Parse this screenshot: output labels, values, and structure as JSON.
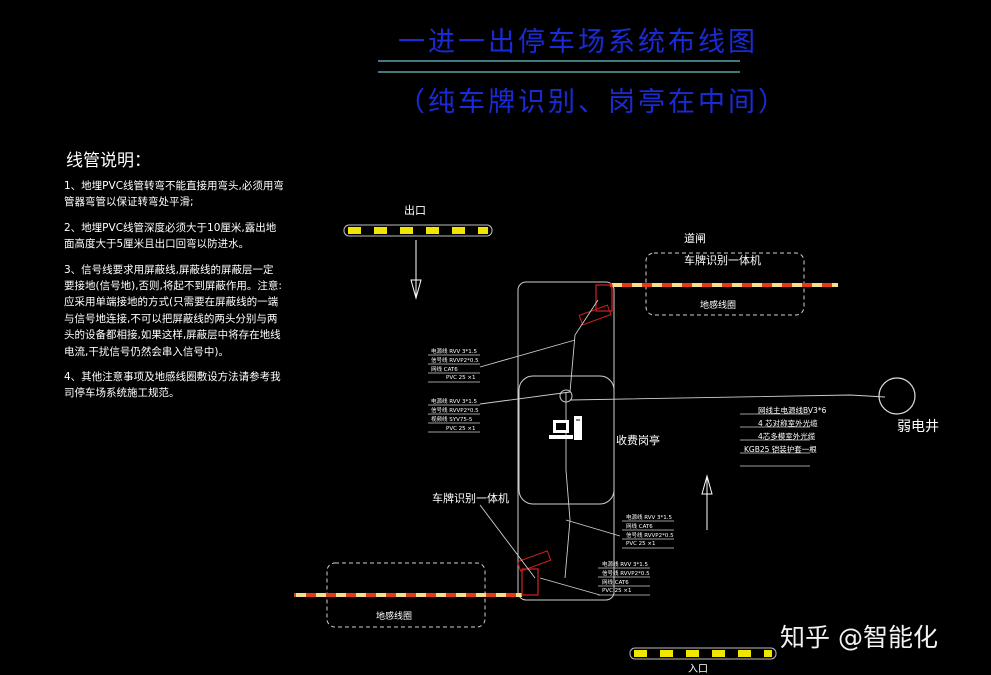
{
  "title_main": "一进一出停车场系统布线图",
  "title_sub": "（纯车牌识别、岗亭在中间）",
  "notes": {
    "heading": "线管说明：",
    "items": [
      "1、地埋PVC线管转弯不能直接用弯头,必须用弯管器弯管以保证转弯处平滑;",
      "2、地埋PVC线管深度必须大于10厘米,露出地面高度大于5厘米且出口回弯以防进水。",
      "3、信号线要求用屏蔽线,屏蔽线的屏蔽层一定要接地(信号地),否则,将起不到屏蔽作用。注意:应采用单端接地的方式(只需要在屏蔽线的一端与信号地连接,不可以把屏蔽线的两头分别与两头的设备都相接,如果这样,屏蔽层中将存在地线电流,干扰信号仍然会串入信号中)。",
      "4、其他注意事项及地感线圈敷设方法请参考我司停车场系统施工规范。"
    ]
  },
  "labels": {
    "exit": "出口",
    "entrance": "入口",
    "barrier_gate": "道闸",
    "lpr_top": "车牌识别一体机",
    "lpr_bottom": "车牌识别一体机",
    "loop_top": "地感线圈",
    "loop_bottom": "地感线圈",
    "booth": "收费岗亭",
    "well": "弱电井"
  },
  "cables_right": [
    "网线主电源线BV3*6",
    "4 芯对称室外光缆",
    "4芯多模室外光缆",
    "KGB25 铠装护套一根"
  ],
  "cables_top": [
    "电源线 RVV 3*1.5",
    "信号线 RVVP2*0.5",
    "网线 CAT6",
    "PVC 25 ×1"
  ],
  "cables_mid": [
    "电源线 RVV 3*1.5",
    "信号线 RVVP2*0.5",
    "视频线 SYV75-5",
    "PVC 25 ×1"
  ],
  "cables_right_mid": [
    "电源线 RVV 3*1.5",
    "网线 CAT6",
    "信号线 RVVP2*0.5",
    "PVC 25 ×1"
  ],
  "cables_bottom": [
    "电源线 RVV 3*1.5",
    "信号线 RVVP2*0.5",
    "网线 CAT6",
    "PVC 25 ×1"
  ],
  "watermark": "知乎 @智能化",
  "colors": {
    "title": "#1a2bd6",
    "barrier_yellow": "#f2e600",
    "boom_red": "#e53a1a",
    "device_red": "#d42020",
    "loop_border": "#cfcfcf"
  }
}
